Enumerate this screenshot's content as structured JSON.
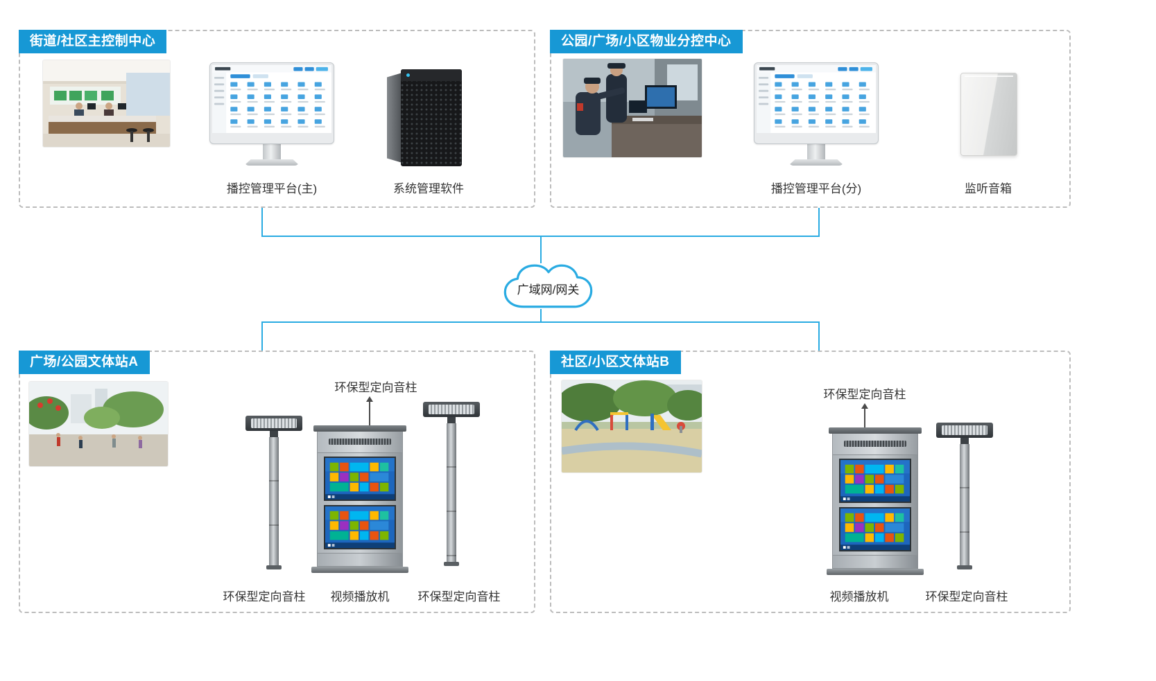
{
  "colors": {
    "header_bg": "#1798d5",
    "connector": "#29abe2"
  },
  "cloud": {
    "label": "广域网/网关"
  },
  "main_center": {
    "title": "街道/社区主控制中心",
    "monitor_label": "播控管理平台(主)",
    "server_label": "系统管理软件"
  },
  "sub_center": {
    "title": "公园/广场/小区物业分控中心",
    "monitor_label": "播控管理平台(分)",
    "speaker_label": "监听音箱"
  },
  "station_a": {
    "title": "广场/公园文体站A",
    "callout": "环保型定向音柱",
    "left_column_label": "环保型定向音柱",
    "player_label": "视频播放机",
    "right_column_label": "环保型定向音柱"
  },
  "station_b": {
    "title": "社区/小区文体站B",
    "callout": "环保型定向音柱",
    "player_label": "视频播放机",
    "column_label": "环保型定向音柱"
  }
}
